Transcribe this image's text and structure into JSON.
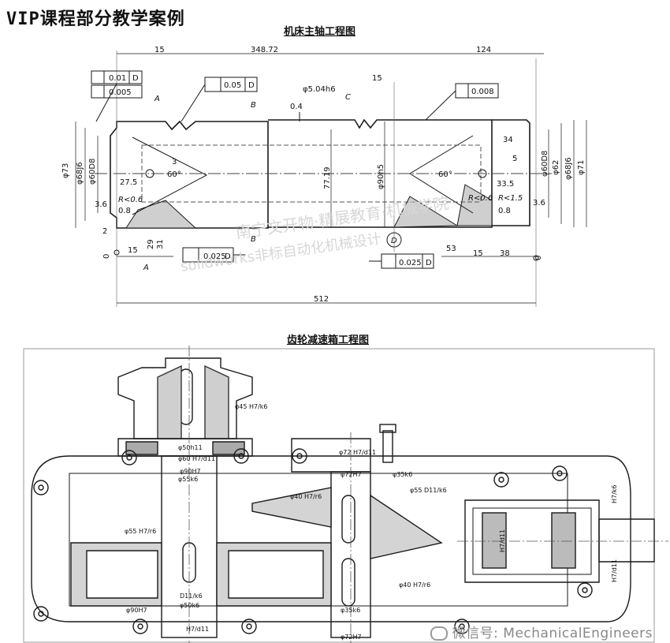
{
  "heading": "VIP课程部分教学案例",
  "spindle": {
    "title": "机床主轴工程图",
    "dims": {
      "d15a": "15",
      "d348": "348.72",
      "d124": "124",
      "d15b": "15",
      "tol1": "0.01",
      "tol1d": "D",
      "tol2": "0.005",
      "par": "0.05",
      "pard": "D",
      "fit": "φ5.04h6",
      "sym": "0.008",
      "A": "A",
      "B": "B",
      "C": "C",
      "r04": "0.4",
      "d73": "φ73",
      "d68": "φ68J6",
      "d60l": "φ60D8",
      "d275": "27.5",
      "d3": "3",
      "a60l": "60°",
      "d7719": "77.19",
      "d90": "φ90h5",
      "a60r": "60°",
      "d34": "34",
      "d5": "5",
      "d335": "33.5",
      "d60r": "φ60D8",
      "d62": "φ62",
      "d68r": "φ68J6",
      "d71": "φ71",
      "rl": "R<0.6",
      "d36": "3.6",
      "d08l": "0.8",
      "rr1": "R<0.6",
      "rr2": "R<1.5",
      "d08r": "0.8",
      "d36r": "3.6",
      "d2": "2",
      "d29": "29",
      "d31": "31",
      "d15c": "15",
      "d0l": "0",
      "run1": "0.025",
      "run1d": "D",
      "Dcirc": "D",
      "run2": "0.025",
      "run2d": "D",
      "d53": "53",
      "d15e": "15",
      "d38": "38",
      "d0r": "0",
      "d512": "512"
    }
  },
  "gearbox": {
    "title": "齿轮减速箱工程图",
    "labels": {
      "f1": "φ45 H7/k6",
      "f2": "φ50h11",
      "f3": "φ60 H7/d11",
      "f4": "φ90H7",
      "f5": "φ55k6",
      "f6": "φ72 H7/d11",
      "f7": "φ72H7",
      "f8": "φ35k6",
      "f9": "φ40 H7/r6",
      "f10": "φ55 D11/k6",
      "f11": "φ55 H7/r6",
      "f12": "φ40 H7/r6",
      "f13": "φ90H7",
      "f14": "D11/k6",
      "f15": "φ50k6",
      "f16": "φ35k6",
      "f17": "φ72H7",
      "f18": "H7/d11",
      "f19": "H7/d11",
      "f20": "H7/k6",
      "f21": "H7/d11"
    }
  },
  "watermark": "微信号: MechanicalEngineers"
}
